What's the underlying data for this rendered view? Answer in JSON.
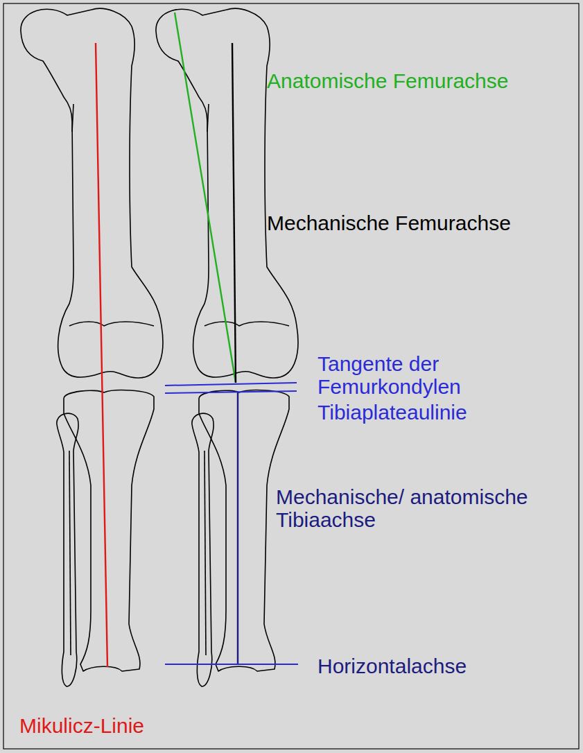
{
  "diagram": {
    "labels": [
      "Anatomische Femurachse",
      "Mechanische Femurachse",
      "Tangente der Femurkondylen",
      "Tibiaplateaulinie",
      "Mechanische/ anatomische Tibiaachse",
      "Horizontalachse",
      "Mikulicz-Linie"
    ]
  }
}
